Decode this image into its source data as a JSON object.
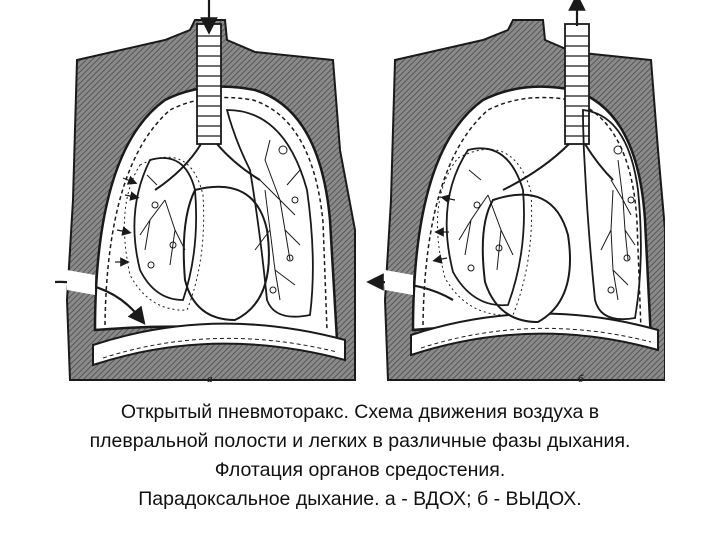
{
  "figure": {
    "panels": [
      {
        "id": "a",
        "letter": "а",
        "phase": "inhale",
        "airflow": "in"
      },
      {
        "id": "b",
        "letter": "б",
        "phase": "exhale",
        "airflow": "out"
      }
    ],
    "colors": {
      "ink": "#1a1a1a",
      "hatch": "#6e6e6e",
      "paper": "#ffffff"
    },
    "icons": [
      "arrow-down-icon",
      "arrow-up-icon",
      "arrow-in-icon",
      "arrow-out-icon"
    ]
  },
  "caption": {
    "line1": "Открытый пневмоторакс. Схема движения воздуха в",
    "line2": "плевральной полости и легких в различные фазы дыхания.",
    "line3": "Флотация органов средостения.",
    "line4": "Парадоксальное дыхание. а - ВДОХ; б - ВЫДОХ."
  }
}
